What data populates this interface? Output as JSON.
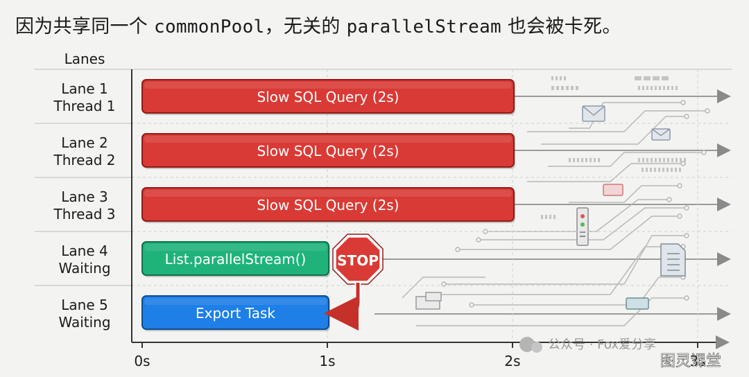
{
  "heading": {
    "prefix": "因为共享同一个 ",
    "code1": "commonPool",
    "middle": "，无关的 ",
    "code2": "parallelStream",
    "suffix": " 也会被卡死。"
  },
  "header_label": "Lanes",
  "lanes": [
    {
      "line1": "Lane 1",
      "line2": "Thread 1"
    },
    {
      "line1": "Lane 2",
      "line2": "Thread 2"
    },
    {
      "line1": "Lane 3",
      "line2": "Thread 3"
    },
    {
      "line1": "Lane 4",
      "line2": "Waiting"
    },
    {
      "line1": "Lane 5",
      "line2": "Waiting"
    }
  ],
  "bars": [
    {
      "lane": 0,
      "label": "Slow SQL Query (2s)",
      "start": 0,
      "end": 2,
      "color": "#d93a35",
      "border": "#8e1d1a"
    },
    {
      "lane": 1,
      "label": "Slow SQL Query (2s)",
      "start": 0,
      "end": 2,
      "color": "#d93a35",
      "border": "#8e1d1a"
    },
    {
      "lane": 2,
      "label": "Slow SQL Query (2s)",
      "start": 0,
      "end": 2,
      "color": "#d93a35",
      "border": "#8e1d1a"
    },
    {
      "lane": 3,
      "label": "List.parallelStream()",
      "start": 0,
      "end": 1,
      "color": "#1fb37a",
      "border": "#0e6f4a"
    },
    {
      "lane": 4,
      "label": "Export Task",
      "start": 0,
      "end": 1,
      "color": "#1e7fe6",
      "border": "#0f4a8e"
    }
  ],
  "stop_sign": {
    "label": "STOP",
    "color": "#d93a35"
  },
  "ticks": [
    "0s",
    "1s",
    "2s",
    "3s"
  ],
  "watermark": {
    "text1": "公众号 · Fox爱分享",
    "text2": "图灵课堂"
  }
}
